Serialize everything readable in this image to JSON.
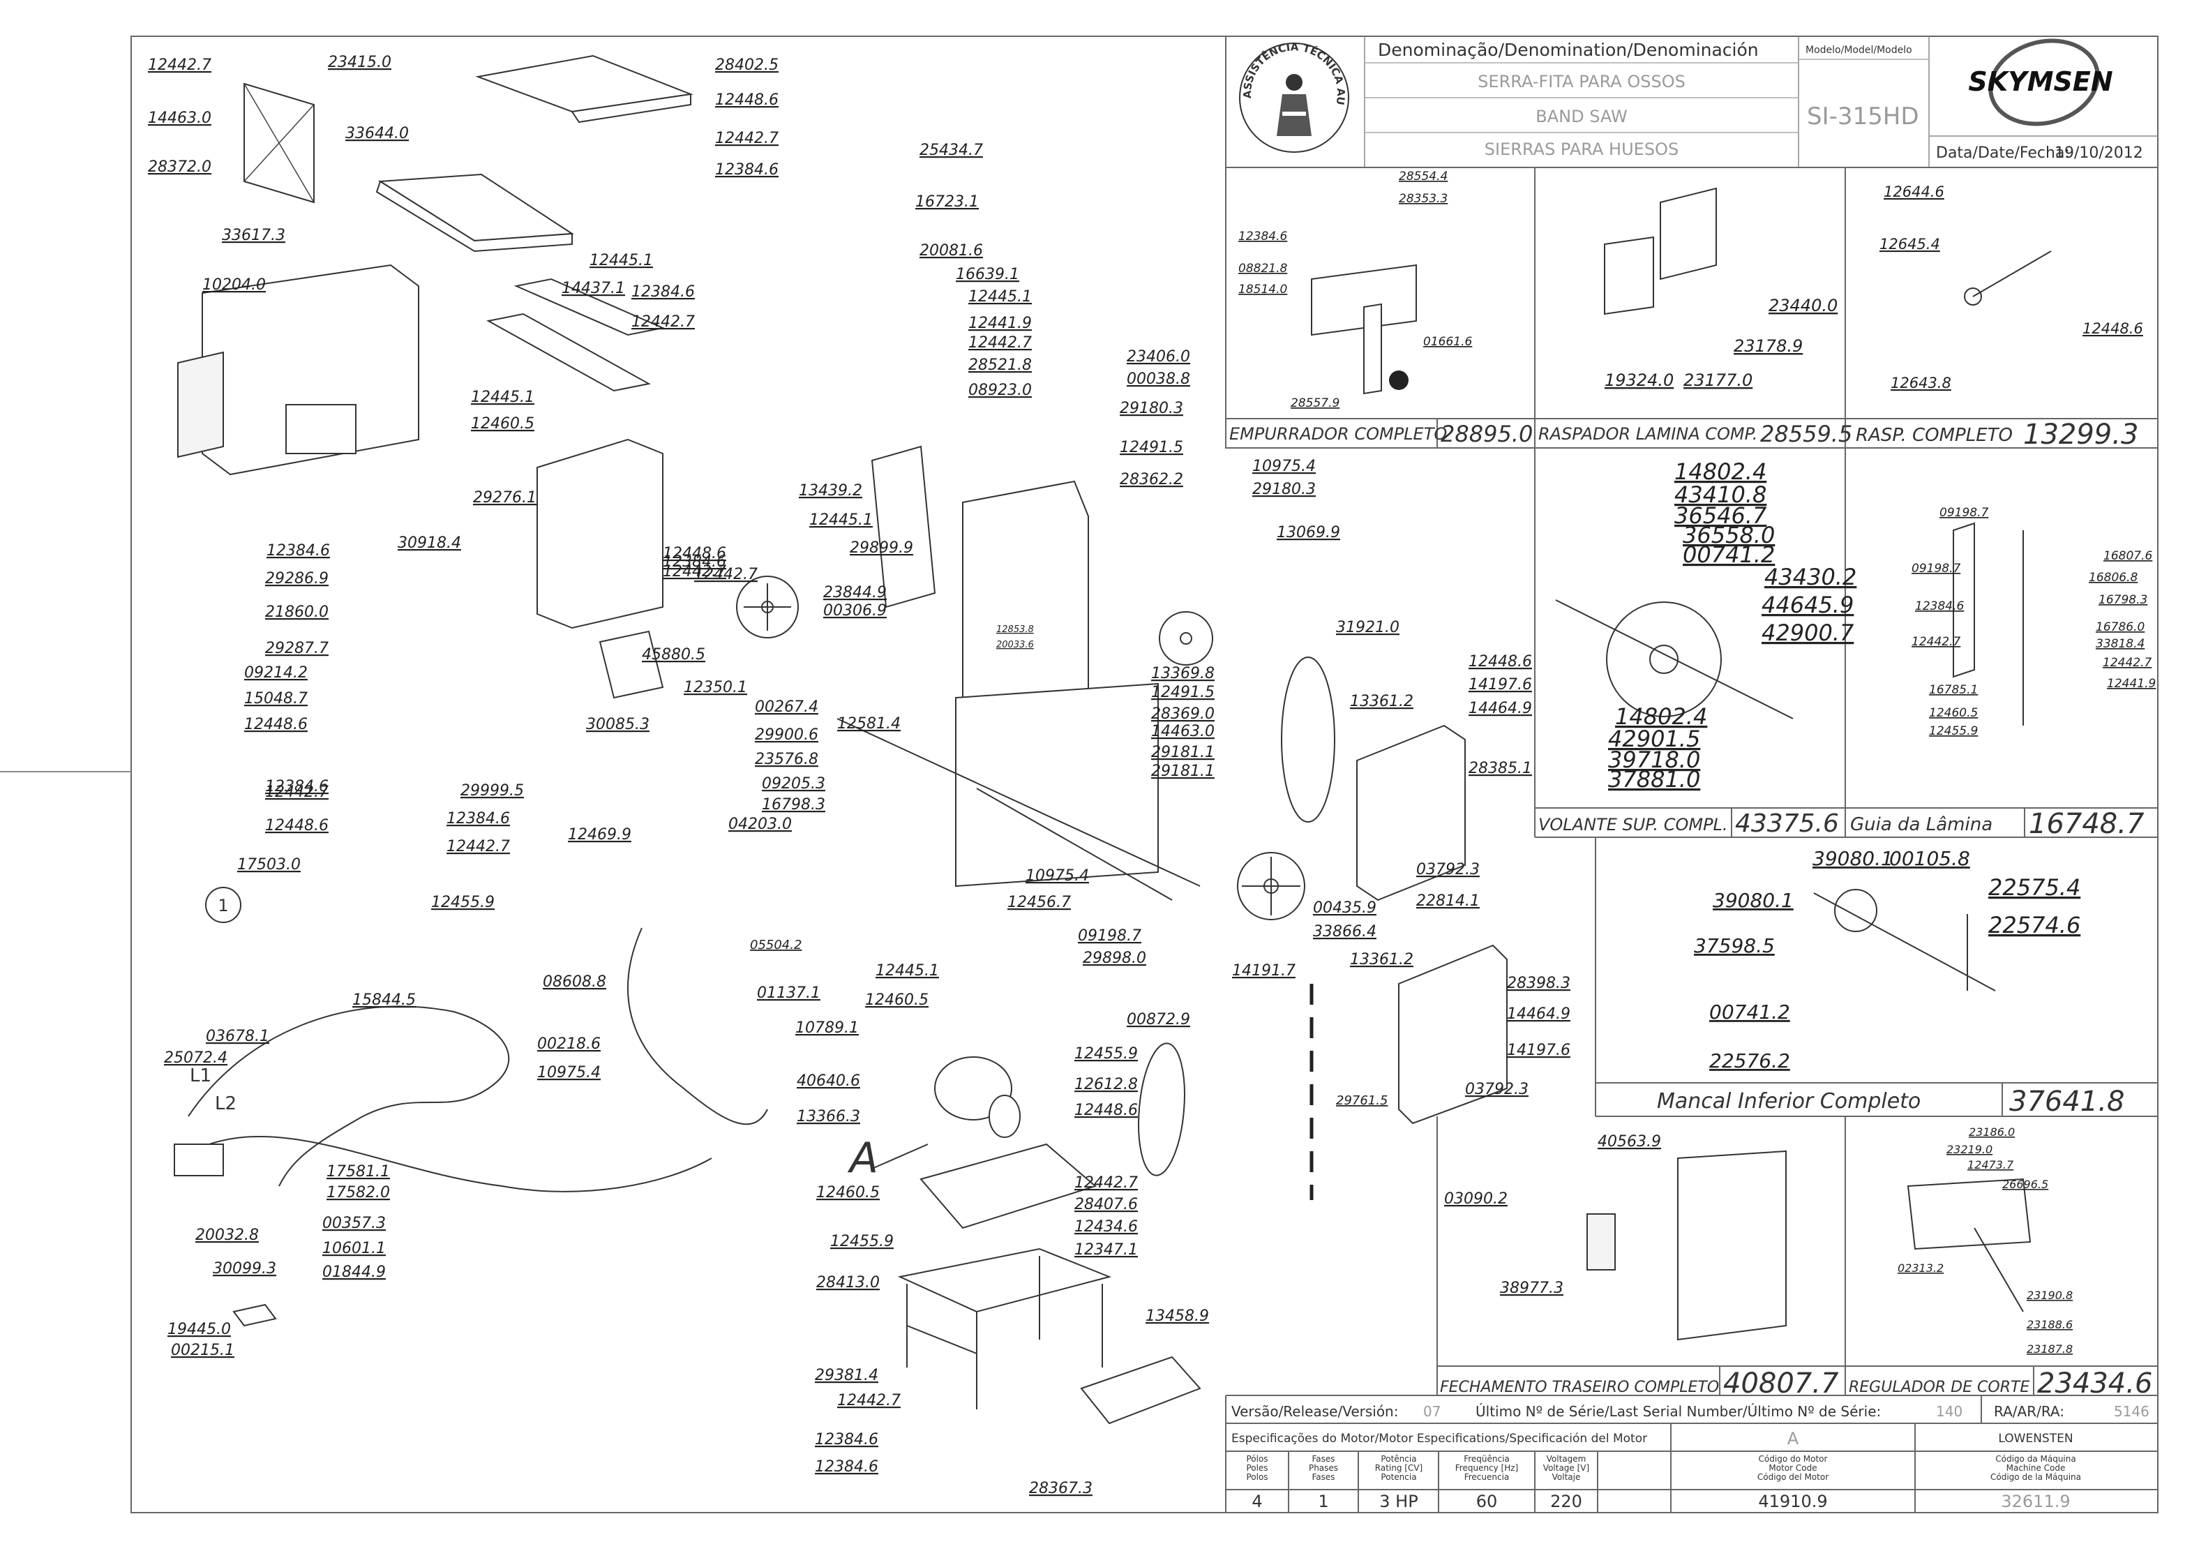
{
  "title_block": {
    "denomination_header": "Denominação/Denomination/Denominación",
    "model_header": "Modelo/Model/Modelo",
    "names": [
      "SERRA-FITA PARA OSSOS",
      "BAND SAW",
      "SIERRAS PARA HUESOS"
    ],
    "model": "SI-315HD",
    "brand": "SKYMSEN",
    "date_label": "Data/Date/Fecha:",
    "date": "19/10/2012",
    "stamp_text": "ASSISTÊNCIA TÉCNICA AUTORIZADA"
  },
  "sub_assemblies": [
    {
      "name": "EMPURRADOR COMPLETO",
      "code": "28895.0"
    },
    {
      "name": "RASPADOR LAMINA COMP.",
      "code": "28559.5"
    },
    {
      "name": "RASP. COMPLETO",
      "code": "13299.3"
    },
    {
      "name": "VOLANTE SUP. COMPL.",
      "code": "43375.6"
    },
    {
      "name": "Guia da Lâmina",
      "code": "16748.7"
    },
    {
      "name": "Mancal Inferior Completo",
      "code": "37641.8"
    },
    {
      "name": "FECHAMENTO TRASEIRO COMPLETO",
      "code": "40807.7"
    },
    {
      "name": "REGULADOR DE CORTE",
      "code": "23434.6"
    }
  ],
  "release": {
    "label": "Versão/Release/Versión:",
    "value": "07",
    "serial_label": "Último Nº de Série/Last Serial Number/Último Nº de Série:",
    "serial_value": "140",
    "ra_label": "RA/AR/RA:",
    "ra_value": "5146"
  },
  "motor": {
    "spec_label": "Especificações do Motor/Motor Especifications/Specificación del Motor",
    "variant": "A",
    "maker": "LOWENSTEN",
    "columns": [
      {
        "h": [
          "Pólos",
          "Poles",
          "Polos"
        ],
        "v": "4"
      },
      {
        "h": [
          "Fases",
          "Phases",
          "Fases"
        ],
        "v": "1"
      },
      {
        "h": [
          "Potência",
          "Rating [CV]",
          "Potencia"
        ],
        "v": "3 HP"
      },
      {
        "h": [
          "Freqüência",
          "Frequency [Hz]",
          "Frecuencia"
        ],
        "v": "60"
      },
      {
        "h": [
          "Voltagem",
          "Voltage [V]",
          "Voltaje"
        ],
        "v": "220"
      },
      {
        "h": [
          "Código do Motor",
          "Motor Code",
          "Código del Motor"
        ],
        "v": "41910.9"
      },
      {
        "h": [
          "Código da Máquina",
          "Machine Code",
          "Código de la Máquina"
        ],
        "v": "32611.9"
      }
    ]
  },
  "callouts": {
    "main": [
      "12442.7",
      "14463.0",
      "28372.0",
      "23415.0",
      "28402.5",
      "33644.0",
      "12448.6",
      "12442.7",
      "12384.6",
      "25434.7",
      "16723.1",
      "33617.3",
      "20081.6",
      "12445.1",
      "10204.0",
      "14437.1",
      "12384.6",
      "12442.7",
      "16639.1",
      "12445.1",
      "12441.9",
      "12442.7",
      "28521.8",
      "08923.0",
      "23406.0",
      "00038.8",
      "12445.1",
      "12460.5",
      "29180.3",
      "12491.5",
      "12384.6",
      "12442.7",
      "29276.1",
      "13439.2",
      "12445.1",
      "28362.2",
      "10975.4",
      "29180.3",
      "30918.4",
      "29899.9",
      "13069.9",
      "12384.6",
      "12448.6",
      "12442.7",
      "29286.9",
      "23844.9",
      "00306.9",
      "21860.0",
      "12853.8",
      "20033.6",
      "31921.0",
      "29287.7",
      "09214.2",
      "15048.7",
      "12448.6",
      "45880.5",
      "12350.1",
      "13369.8",
      "12491.5",
      "12448.6",
      "14197.6",
      "14464.9",
      "12384.6",
      "00267.4",
      "12581.4",
      "28369.0",
      "14463.0",
      "13361.2",
      "30085.3",
      "29900.6",
      "29181.1",
      "29181.1",
      "28385.1",
      "23576.8",
      "12442.7",
      "29999.5",
      "09205.3",
      "12448.6",
      "12384.6",
      "16798.3",
      "12442.7",
      "04203.0",
      "03792.3",
      "22814.1",
      "17503.0",
      "12469.9",
      "10975.4",
      "12456.7",
      "00435.9",
      "12455.9",
      "09198.7",
      "33866.4",
      "29898.0",
      "05504.2",
      "08608.8",
      "01137.1",
      "14191.7",
      "13361.2",
      "28398.3",
      "15844.5",
      "12445.1",
      "12460.5",
      "10789.1",
      "00872.9",
      "14464.9",
      "03678.1",
      "25072.4",
      "00218.6",
      "10975.4",
      "12455.9",
      "14197.6",
      "12612.8",
      "40640.6",
      "13366.3",
      "12448.6",
      "03792.3",
      "29761.5",
      "17581.1",
      "17582.0",
      "12460.5",
      "12442.7",
      "28407.6",
      "00357.3",
      "20032.8",
      "10601.1",
      "12455.9",
      "12434.6",
      "30099.3",
      "01844.9",
      "12347.1",
      "28413.0",
      "13458.9",
      "19445.0",
      "00215.1",
      "29381.4",
      "12442.7",
      "12384.6",
      "12384.6",
      "28367.3"
    ],
    "empurrador": [
      "28554.4",
      "28353.3",
      "12384.6",
      "08821.8",
      "18514.0",
      "01661.6",
      "28557.9"
    ],
    "raspador": [
      "23440.0",
      "23178.9",
      "19324.0",
      "23177.0"
    ],
    "rasp": [
      "12644.6",
      "12645.4",
      "12448.6",
      "12643.8"
    ],
    "volante": [
      "14802.4",
      "43410.8",
      "36546.7",
      "36558.0",
      "00741.2",
      "43430.2",
      "44645.9",
      "42900.7",
      "14802.4",
      "42901.5",
      "39718.0",
      "37881.0"
    ],
    "guia": [
      "09198.7",
      "16807.6",
      "16806.8",
      "09198.7",
      "16798.3",
      "12384.6",
      "16786.0",
      "33818.4",
      "12442.7",
      "12442.7",
      "12441.9",
      "16785.1",
      "12460.5",
      "12455.9"
    ],
    "mancal": [
      "39080.1",
      "00105.8",
      "22575.4",
      "39080.1",
      "22574.6",
      "37598.5",
      "00741.2",
      "22576.2"
    ],
    "fechamento": [
      "40563.9",
      "03090.2",
      "38977.3"
    ],
    "regulador": [
      "23186.0",
      "23219.0",
      "12473.7",
      "26696.5",
      "02313.2",
      "23190.8",
      "23188.6",
      "23187.8"
    ],
    "wiring": [
      "L1",
      "L2"
    ],
    "detail_letter": "A",
    "balloon": "1"
  }
}
